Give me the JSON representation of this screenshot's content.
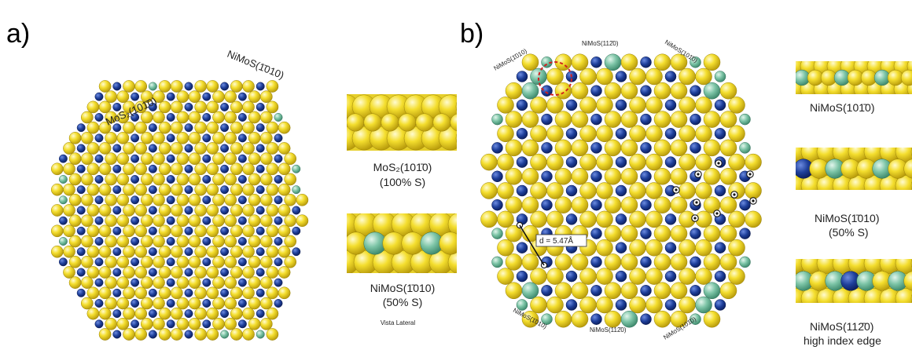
{
  "figure": {
    "panel_a": {
      "letter": "a)",
      "edge_label_top": "NiMoS(1̄010)",
      "edge_label_left": "MoS₂(101̄0)",
      "side_view_top_caption_line1": "MoS₂(101̄0)",
      "side_view_top_caption_line2": "(100% S)",
      "side_view_bottom_caption_line1": "NiMoS(1̄010)",
      "side_view_bottom_caption_line2": "(50% S)",
      "side_view_note": "Vista Lateral"
    },
    "panel_b": {
      "letter": "b)",
      "edge_label_top_left": "NiMoS(1̄010)",
      "edge_label_top_center": "NiMoS(112̄0)",
      "edge_label_top_right": "NiMoS(101̄0)",
      "edge_label_bottom_left": "NiMoS(1̄010)",
      "edge_label_bottom_center": "NiMoS(112̄0)",
      "edge_label_bottom_right": "NiMoS(101̄0)",
      "distance_label": "d = 5.47Å",
      "side_caption_1": "NiMoS(101̄0)",
      "side_caption_2_line1": "NiMoS(1̄010)",
      "side_caption_2_line2": "(50% S)",
      "side_caption_3_line1": "NiMoS(112̄0)",
      "side_caption_3_line2": "high index edge"
    },
    "colors": {
      "sulfur": "#f2dc2a",
      "molybdenum": "#1e3f9a",
      "nickel": "#7cc4a6"
    }
  }
}
